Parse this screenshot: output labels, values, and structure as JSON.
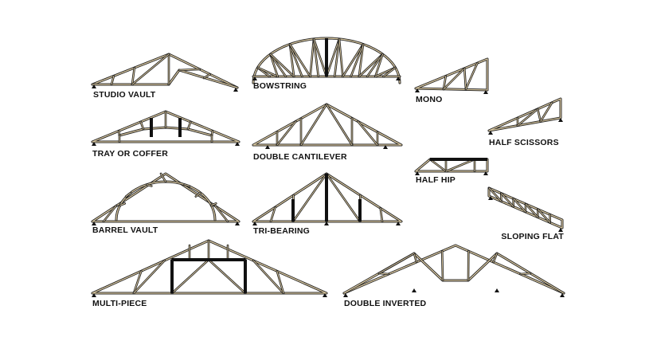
{
  "trusses": [
    {
      "id": "studio-vault",
      "label": "STUDIO VAULT"
    },
    {
      "id": "bowstring",
      "label": "BOWSTRING"
    },
    {
      "id": "mono",
      "label": "MONO"
    },
    {
      "id": "tray-or-coffer",
      "label": "TRAY OR COFFER"
    },
    {
      "id": "double-cantilever",
      "label": "DOUBLE CANTILEVER"
    },
    {
      "id": "half-scissors",
      "label": "HALF SCISSORS"
    },
    {
      "id": "half-hip",
      "label": "HALF HIP"
    },
    {
      "id": "barrel-vault",
      "label": "BARREL VAULT"
    },
    {
      "id": "tri-bearing",
      "label": "TRI-BEARING"
    },
    {
      "id": "sloping-flat",
      "label": "SLOPING FLAT"
    },
    {
      "id": "multi-piece",
      "label": "MULTI-PIECE"
    },
    {
      "id": "double-inverted",
      "label": "DOUBLE INVERTED"
    }
  ],
  "colors": {
    "timber": "#d8c7a0",
    "outline": "#1c1c1c",
    "background": "#ffffff"
  }
}
